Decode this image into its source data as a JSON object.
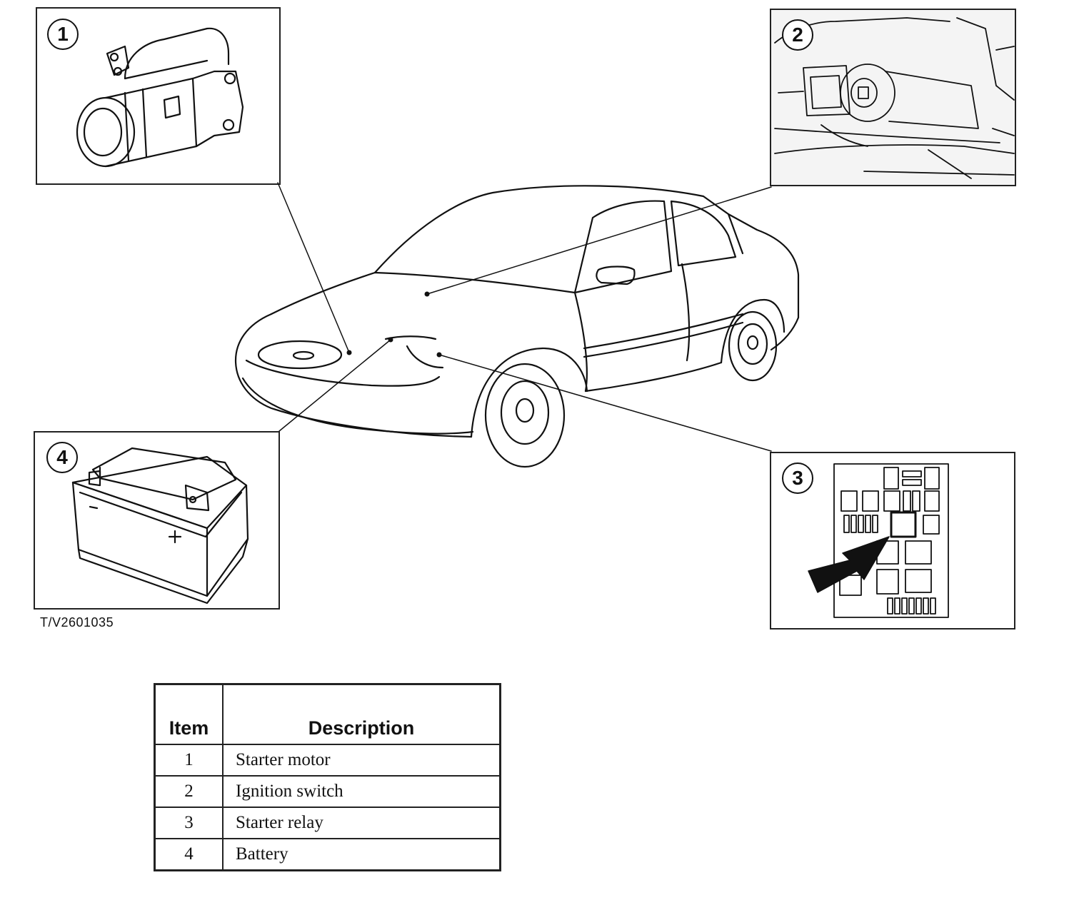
{
  "callouts": {
    "c1": "1",
    "c2": "2",
    "c3": "3",
    "c4": "4"
  },
  "figure_code": "T/V2601035",
  "legend": {
    "header_item": "Item",
    "header_description": "Description",
    "rows": [
      {
        "item": "1",
        "description": "Starter motor"
      },
      {
        "item": "2",
        "description": "Ignition switch"
      },
      {
        "item": "3",
        "description": "Starter relay"
      },
      {
        "item": "4",
        "description": "Battery"
      }
    ]
  },
  "components": [
    "starter-motor",
    "ignition-switch",
    "starter-relay",
    "battery",
    "sedan"
  ],
  "colors": {
    "line": "#111111",
    "background": "#ffffff"
  }
}
